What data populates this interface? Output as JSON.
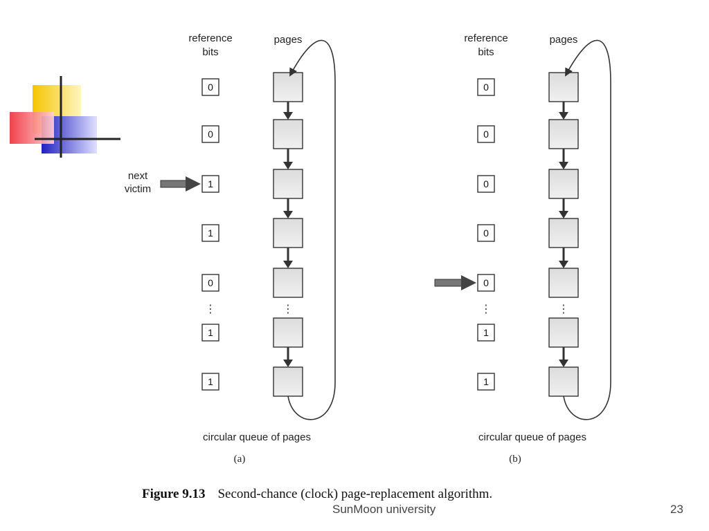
{
  "figure": {
    "caption_number": "Figure 9.13",
    "caption_text": "Second-chance (clock) page-replacement algorithm.",
    "panels": [
      {
        "id": "a",
        "sublabel": "(a)",
        "ref_bits_header": [
          "reference",
          "bits"
        ],
        "pages_header": "pages",
        "queue_label": "circular queue of pages",
        "ref_bits": [
          "0",
          "0",
          "1",
          "1",
          "0",
          "1",
          "1"
        ],
        "pointer_index": 2,
        "pointer_label": [
          "next",
          "victim"
        ]
      },
      {
        "id": "b",
        "sublabel": "(b)",
        "ref_bits_header": [
          "reference",
          "bits"
        ],
        "pages_header": "pages",
        "queue_label": "circular queue of pages",
        "ref_bits": [
          "0",
          "0",
          "0",
          "0",
          "0",
          "1",
          "1"
        ],
        "pointer_index": 4,
        "pointer_label": []
      }
    ],
    "ellipsis": "⋮"
  },
  "footer": {
    "university": "SunMoon university",
    "page_number": "23"
  },
  "colors": {
    "logo_yellow": "#f5c400",
    "logo_red": "#f0323c",
    "logo_blue": "#2828c8",
    "page_fill": "#e6e6e6",
    "line": "#333333"
  }
}
